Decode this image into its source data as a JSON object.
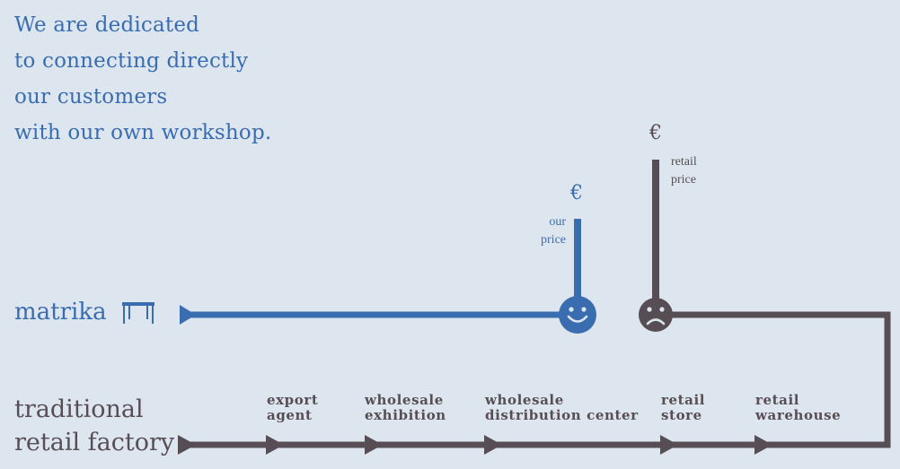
{
  "intro": {
    "lines": [
      "We are dedicated",
      "to connecting directly",
      "our customers",
      "with our own workshop."
    ]
  },
  "brands": {
    "matrika": "matrika",
    "traditional_line1": "traditional",
    "traditional_line2": "retail factory"
  },
  "prices": {
    "currency_symbol": "€",
    "our_price_line1": "our",
    "our_price_line2": "price",
    "retail_price_line1": "retail",
    "retail_price_line2": "price"
  },
  "stages": [
    {
      "line1": "export",
      "line2": "agent"
    },
    {
      "line1": "wholesale",
      "line2": "exhibition"
    },
    {
      "line1": "wholesale",
      "line2": "distribution center"
    },
    {
      "line1": "retail",
      "line2": "store"
    },
    {
      "line1": "retail",
      "line2": "warehouse"
    }
  ],
  "icons": {
    "table": "table-icon",
    "happy": "happy-face-icon",
    "sad": "sad-face-icon",
    "arrow": "arrow-head-icon"
  },
  "colors": {
    "background": "#dde6ef",
    "matrika_blue": "#3a6db0",
    "traditional_dark": "#574e55"
  }
}
